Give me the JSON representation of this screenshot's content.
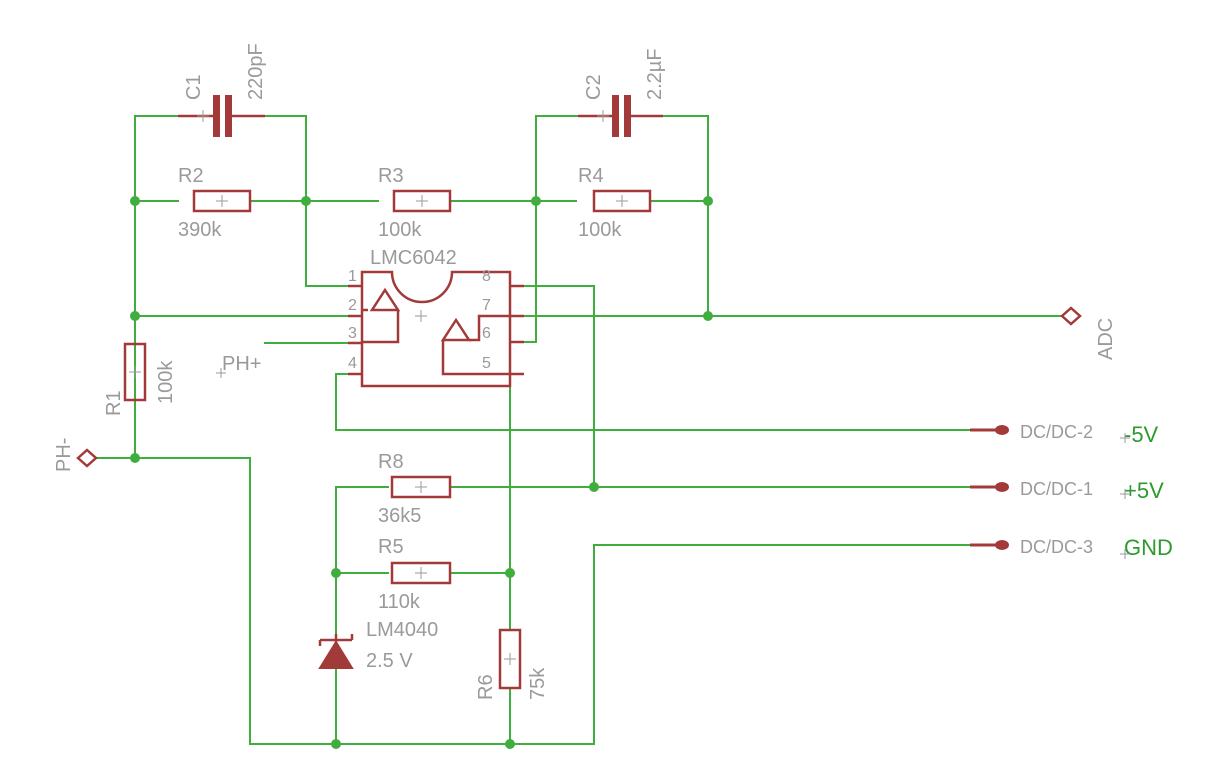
{
  "components": {
    "c1": {
      "ref": "C1",
      "value": "220pF"
    },
    "c2": {
      "ref": "C2",
      "value": "2.2µF"
    },
    "r1": {
      "ref": "R1",
      "value": "100k"
    },
    "r2": {
      "ref": "R2",
      "value": "390k"
    },
    "r3": {
      "ref": "R3",
      "value": "100k"
    },
    "r4": {
      "ref": "R4",
      "value": "100k"
    },
    "r5": {
      "ref": "R5",
      "value": "110k"
    },
    "r6": {
      "ref": "R6",
      "value": "75k"
    },
    "r8": {
      "ref": "R8",
      "value": "36k5"
    },
    "u1": {
      "ref": "LMC6042",
      "pins": [
        "1",
        "2",
        "3",
        "4",
        "5",
        "6",
        "7",
        "8"
      ]
    },
    "d1": {
      "ref": "LM4040",
      "value": "2.5 V"
    }
  },
  "ports": {
    "ph_minus": "PH-",
    "ph_plus": "PH+",
    "adc": "ADC"
  },
  "connectors": {
    "dcdc2": {
      "label": "DC/DC-2",
      "net": "-5V"
    },
    "dcdc1": {
      "label": "DC/DC-1",
      "net": "+5V"
    },
    "dcdc3": {
      "label": "DC/DC-3",
      "net": "GND"
    }
  },
  "colors": {
    "wire": "#3fae3f",
    "part": "#a33a3a",
    "label": "#9a9a9a",
    "net_label": "#2e9a2e"
  }
}
